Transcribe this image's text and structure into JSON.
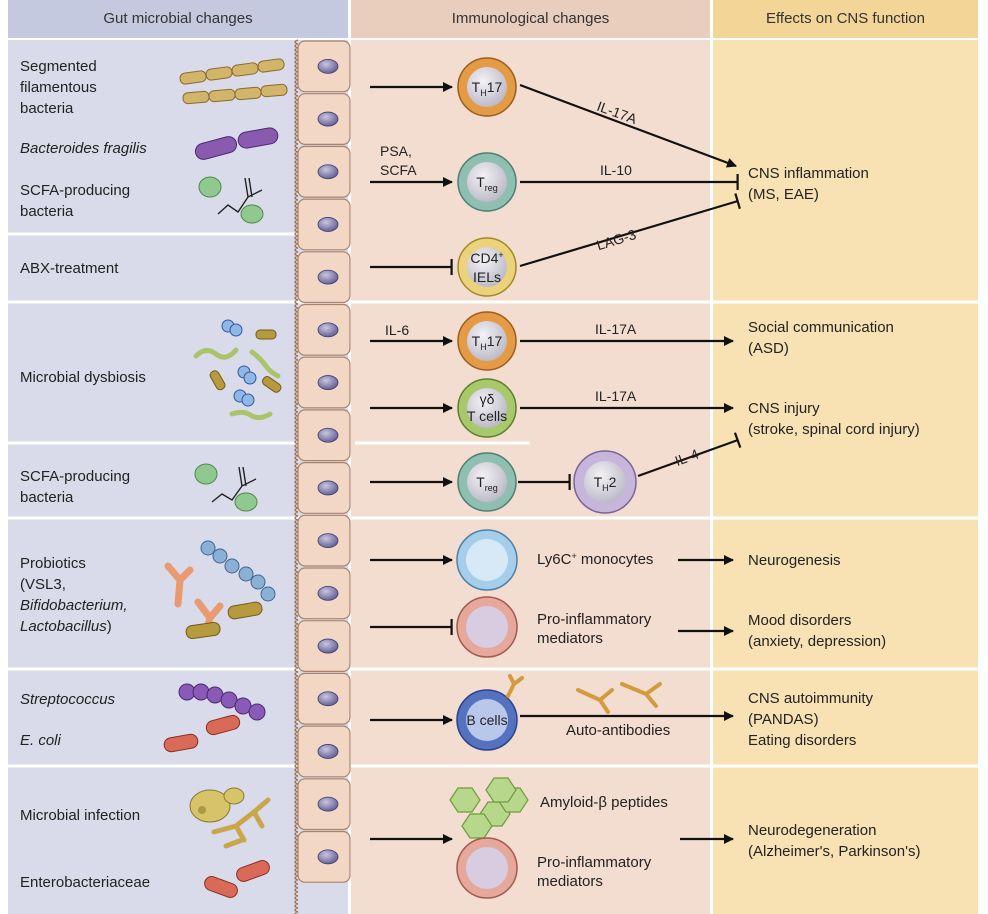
{
  "headers": {
    "gut": "Gut microbial changes",
    "immuno": "Immunological changes",
    "cns": "Effects on CNS function"
  },
  "gut_labels": {
    "sfb_1": "Segmented",
    "sfb_2": "filamentous",
    "sfb_3": "bacteria",
    "bfragilis": "Bacteroides fragilis",
    "scfa1_1": "SCFA-producing",
    "scfa1_2": "bacteria",
    "abx": "ABX-treatment",
    "dysbiosis": "Microbial dysbiosis",
    "scfa2_1": "SCFA-producing",
    "scfa2_2": "bacteria",
    "probiotics_1": "Probiotics",
    "probiotics_2": "(VSL3,",
    "probiotics_3": "Bifidobacterium,",
    "probiotics_4a": "Lactobacillus",
    "probiotics_4b": ")",
    "strep": "Streptococcus",
    "ecoli": "E. coli",
    "infection": "Microbial infection",
    "entero": "Enterobacteriaceae"
  },
  "inputs": {
    "psa_scfa_1": "PSA,",
    "psa_scfa_2": "SCFA",
    "il6": "IL-6"
  },
  "cells": {
    "th17_a_main": "T",
    "th17_a_sub": "H",
    "th17_a_rest": "17",
    "treg_a_main": "T",
    "treg_a_sub": "reg",
    "iel_1": "CD4",
    "iel_sup": "+",
    "iel_2": "IELs",
    "th17_b_main": "T",
    "th17_b_sub": "H",
    "th17_b_rest": "17",
    "gd_1": "γδ",
    "gd_2": "T cells",
    "treg_b_main": "T",
    "treg_b_sub": "reg",
    "th2_main": "T",
    "th2_sub": "H",
    "th2_rest": "2",
    "bcells": "B cells"
  },
  "mediators": {
    "il17a_diag": "IL-17A",
    "il10": "IL-10",
    "lag3": "LAG-3",
    "il17a_asd": "IL-17A",
    "il17a_injury": "IL-17A",
    "il4": "IL-4",
    "ly6c": "Ly6C",
    "ly6c_sup": "+",
    "ly6c_rest": " monocytes",
    "proinf_1_a": "Pro-inflammatory",
    "proinf_1_b": "mediators",
    "autoab": "Auto-antibodies",
    "amyloid": "Amyloid-β peptides",
    "proinf_2_a": "Pro-inflammatory",
    "proinf_2_b": "mediators"
  },
  "effects": {
    "cns_inf_1": "CNS inflammation",
    "cns_inf_2": "(MS, EAE)",
    "social_1": "Social communication",
    "social_2": "(ASD)",
    "injury_1": "CNS injury",
    "injury_2": "(stroke, spinal cord injury)",
    "neurogenesis": "Neurogenesis",
    "mood_1": "Mood disorders",
    "mood_2": "(anxiety, depression)",
    "autoimmunity_1": "CNS autoimmunity",
    "autoimmunity_2": "(PANDAS)",
    "eating": "Eating disorders",
    "neurodeg_1": "Neurodegeneration",
    "neurodeg_2": "(Alzheimer's, Parkinson's)"
  },
  "colors": {
    "gut_panel": "#d9dbea",
    "immuno_panel": "#f2ddd0",
    "cns_panel": "#f8e2b4",
    "header_gut": "#c5c9e0",
    "header_immuno": "#e9cdbd",
    "header_cns": "#f3d597",
    "th17": "#e59a45",
    "treg": "#8fbfb1",
    "iel": "#ecd27a",
    "gd_tcell": "#a7c86b",
    "th2": "#c8b5dc",
    "monocyte": "#a6cdea",
    "mediator_cell": "#e6a89b",
    "bcell": "#5472c0"
  }
}
